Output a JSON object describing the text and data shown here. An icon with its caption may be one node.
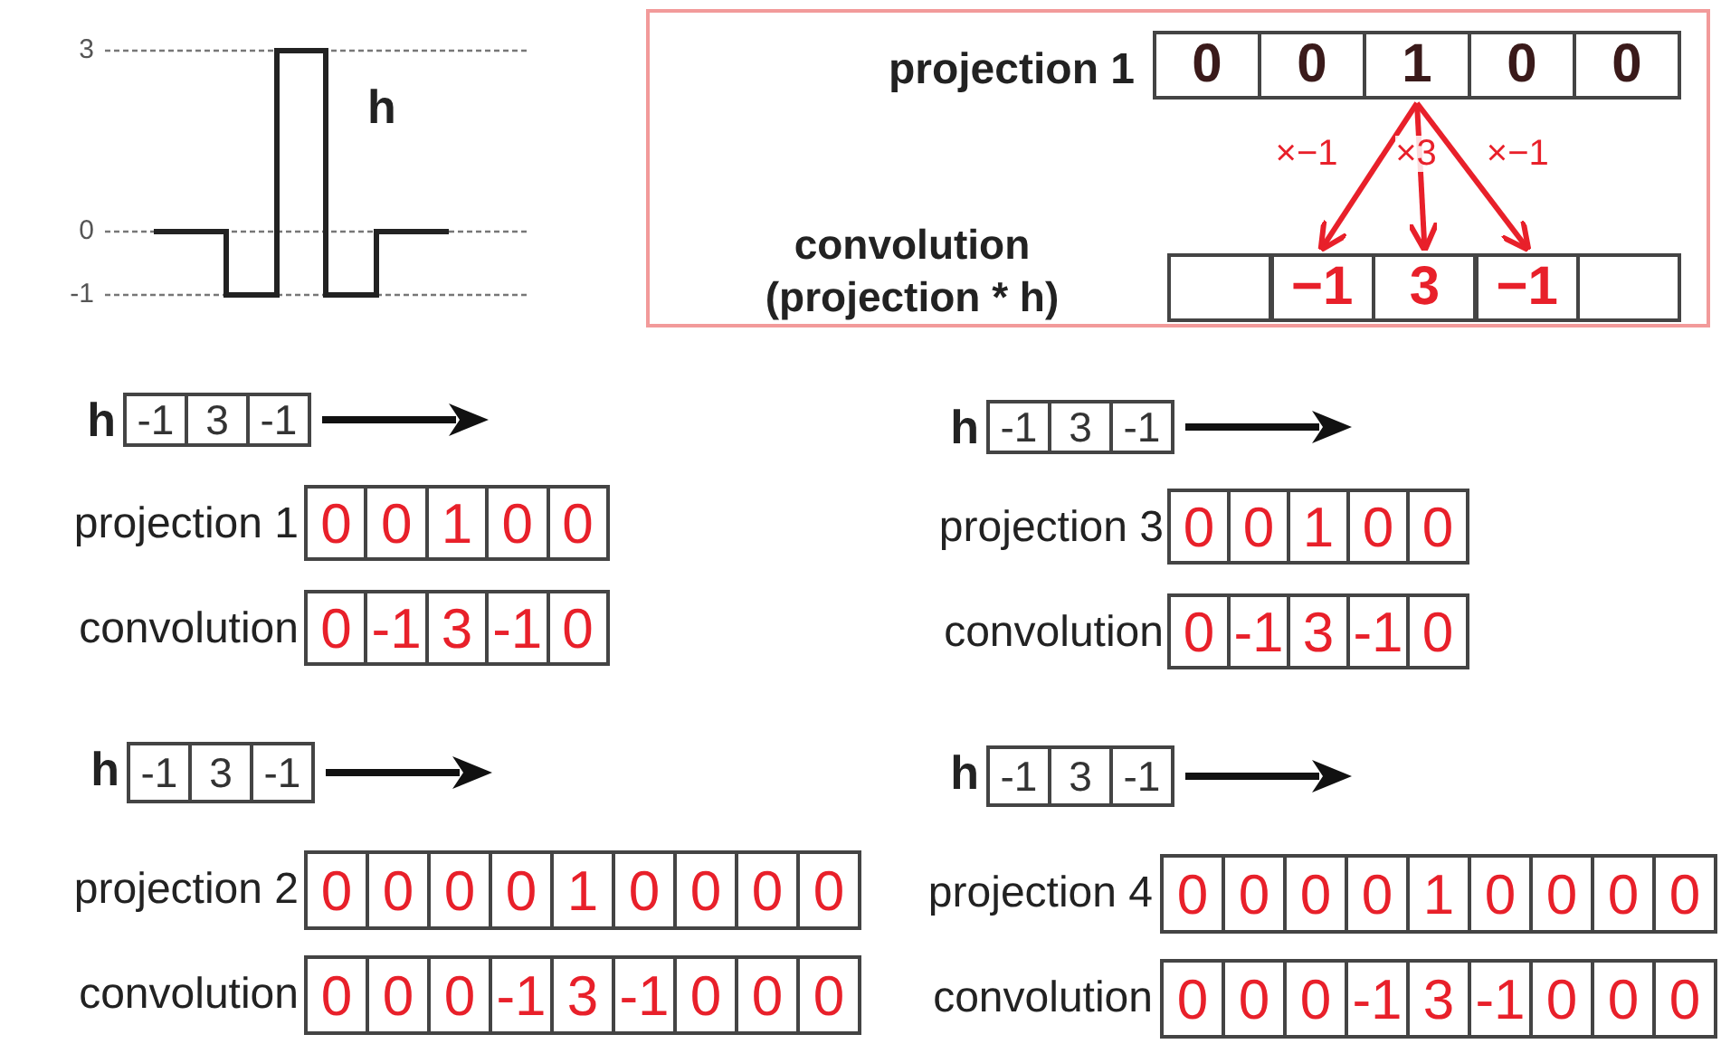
{
  "diagram": {
    "nodes": [
      {
        "text": [],
        "shape": "box"
      },
      {
        "text": [
          "0"
        ],
        "in": 0
      },
      {
        "text": [
          "0"
        ],
        "in": 0
      },
      {
        "text": [
          "1"
        ],
        "in": 0
      },
      {
        "text": [
          "0"
        ],
        "in": 0
      },
      {
        "text": [
          "0"
        ],
        "in": 0
      },
      {
        "text": [],
        "shape": "box",
        "in": 0
      },
      {
        "text": [
          "−1"
        ],
        "in": 0
      },
      {
        "text": [
          "3"
        ],
        "in": 0
      },
      {
        "text": [
          "−1"
        ],
        "in": 0
      },
      {
        "text": [],
        "shape": "box",
        "in": 0
      }
    ],
    "edges": [
      {
        "from": 3,
        "to": 7,
        "arrow": "to",
        "label": "×−1"
      },
      {
        "from": 3,
        "to": 8,
        "arrow": "to",
        "label": "×3"
      },
      {
        "from": 3,
        "to": 9,
        "arrow": "to",
        "label": "×−1"
      }
    ],
    "labels": [
      "3",
      "0",
      "-1",
      "h",
      "projection 1",
      "convolution (projection * h)",
      "h",
      "-1",
      "3",
      "-1",
      "projection 1",
      "0",
      "0",
      "1",
      "0",
      "0",
      "convolution",
      "0",
      "-1",
      "3",
      "-1",
      "0",
      "h",
      "-1",
      "3",
      "-1",
      "projection 3",
      "0",
      "0",
      "1",
      "0",
      "0",
      "convolution",
      "0",
      "-1",
      "3",
      "-1",
      "0",
      "h",
      "-1",
      "3",
      "-1",
      "projection 2",
      "0",
      "0",
      "0",
      "0",
      "1",
      "0",
      "0",
      "0",
      "0",
      "convolution",
      "0",
      "0",
      "0",
      "-1",
      "3",
      "-1",
      "0",
      "0",
      "0",
      "h",
      "-1",
      "3",
      "-1",
      "projection 4",
      "0",
      "0",
      "0",
      "0",
      "1",
      "0",
      "0",
      "0",
      "0",
      "convolution",
      "0",
      "0",
      "0",
      "-1",
      "3",
      "-1",
      "0",
      "0",
      "0"
    ]
  }
}
